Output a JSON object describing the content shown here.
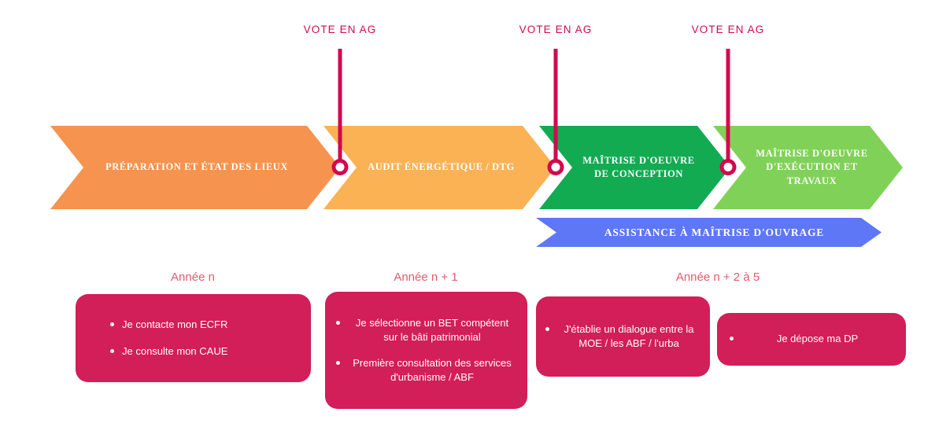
{
  "vote_markers": [
    {
      "label": "VOTE EN AG"
    },
    {
      "label": "VOTE EN AG"
    },
    {
      "label": "VOTE EN AG"
    }
  ],
  "phases": [
    {
      "label": "PRÉPARATION ET ÉTAT DES LIEUX",
      "color": "#f6934e"
    },
    {
      "label": "AUDIT ÉNERGÉTIQUE / DTG",
      "color": "#fab255"
    },
    {
      "label": "MAÎTRISE D'OEUVRE DE CONCEPTION",
      "color": "#12ab52"
    },
    {
      "label": "MAÎTRISE D'OEUVRE D'EXÉCUTION ET TRAVAUX",
      "color": "#7fd257"
    }
  ],
  "amo_banner": {
    "label": "ASSISTANCE À MAÎTRISE D'OUVRAGE",
    "color": "#5d77f7"
  },
  "year_labels": [
    {
      "label": "Année n"
    },
    {
      "label": "Année n + 1"
    },
    {
      "label": "Année n + 2 à 5"
    }
  ],
  "action_boxes": [
    {
      "items": [
        "Je contacte mon ECFR",
        "Je consulte mon CAUE"
      ]
    },
    {
      "items": [
        "Je sélectionne un BET compétent sur le bâti patrimonial",
        "Première consultation des services d'urbanisme / ABF"
      ]
    },
    {
      "items": [
        "J'établie un dialogue entre la MOE / les ABF / l'urba"
      ]
    },
    {
      "items": [
        "Je dépose ma DP"
      ]
    }
  ],
  "colors": {
    "vote_accent": "#d2094e",
    "box_background": "#d21e59",
    "year_label": "#e25a6e",
    "amo_blue": "#5d77f7",
    "phase_text": "#ffffff"
  }
}
